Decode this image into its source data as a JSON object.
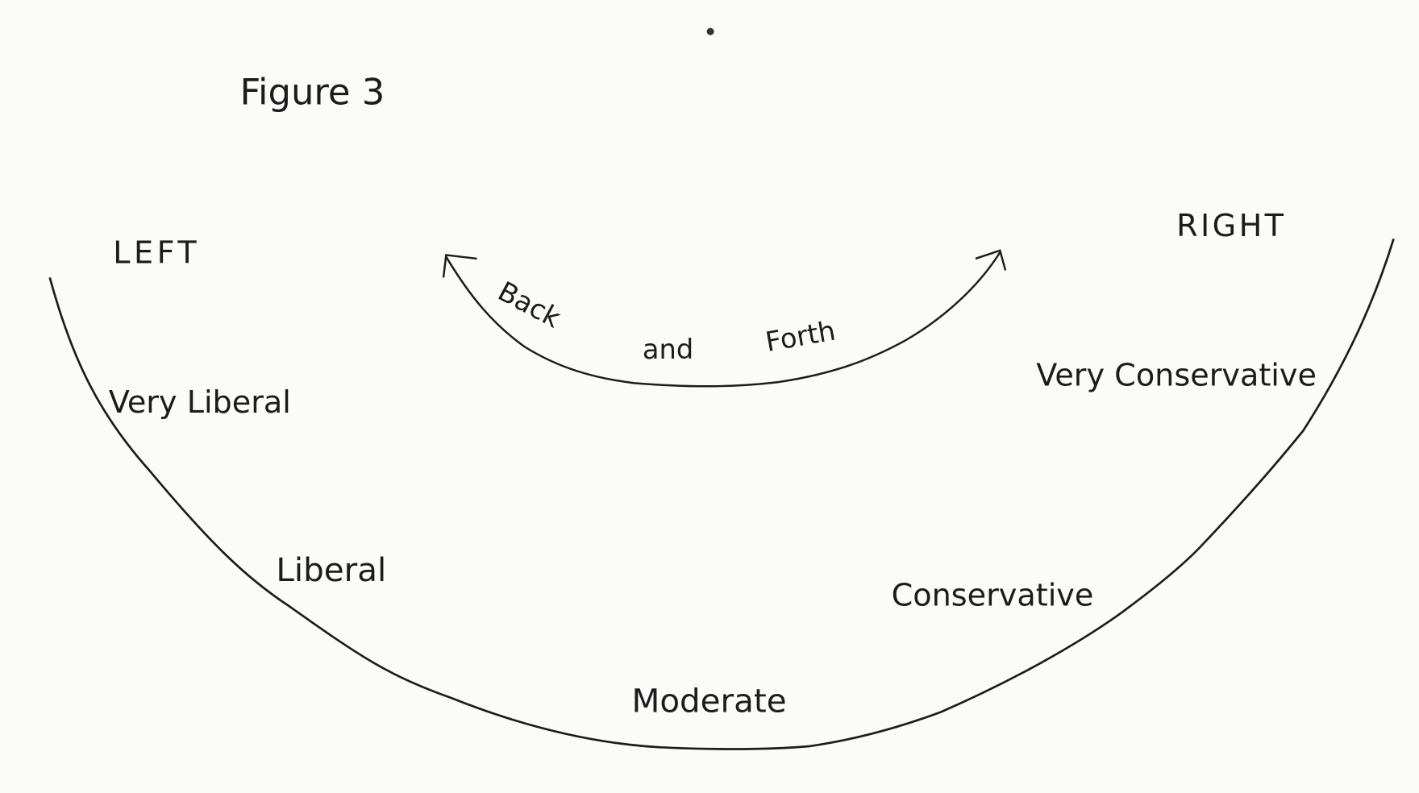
{
  "title": "Figure 3",
  "ends": {
    "left": "LEFT",
    "right": "RIGHT"
  },
  "spectrum": [
    "Very Liberal",
    "Liberal",
    "Moderate",
    "Conservative",
    "Very Conservative"
  ],
  "inner_arrow": {
    "words": [
      "Back",
      "and",
      "Forth"
    ]
  },
  "colors": {
    "ink": "#1c1c1c",
    "paper": "#fbfbf9"
  }
}
